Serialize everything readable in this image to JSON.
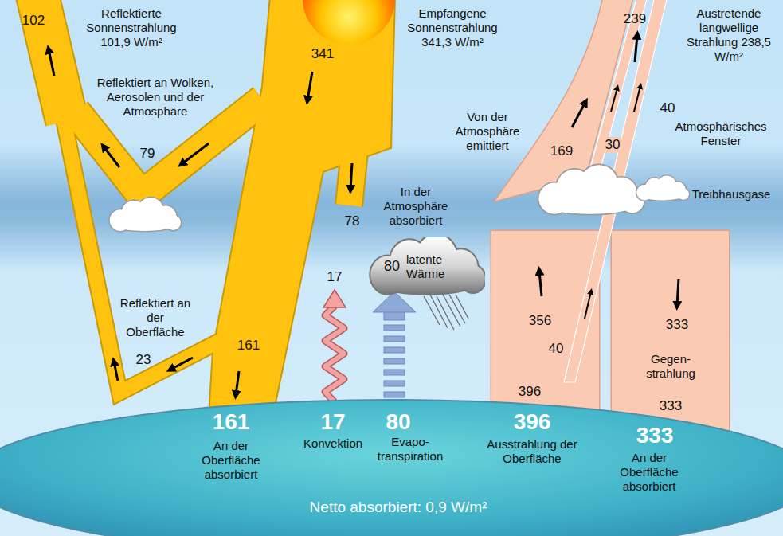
{
  "diagram": {
    "nodes": [
      {
        "text": [
          "80",
          "latente Wärme"
        ]
      }
    ],
    "labels": [
      "102",
      "Reflektierte Sonnenstrahlung 101,9 W/m²",
      "341",
      "Empfangene Sonnenstrahlung 341,3 W/m²",
      "239",
      "Austretende langwellige Strahlung 238,5 W/m²",
      "Reflektiert an Wolken, Aerosolen und der Atmosphäre",
      "79",
      "40",
      "Von der Atmosphäre emittiert",
      "169",
      "30",
      "Atmosphärisches Fenster",
      "Treibhausgase",
      "78",
      "In der Atmosphäre absorbiert",
      "17",
      "356",
      "333",
      "Reflektiert an der Oberfläche",
      "161",
      "23",
      "40",
      "Gegen- strahlung",
      "396",
      "333",
      "161",
      "An der Oberfläche absorbiert",
      "17",
      "Konvektion",
      "80",
      "Evapo- transpiration",
      "396",
      "Ausstrahlung der Oberfläche",
      "333",
      "An der Oberfläche absorbiert",
      "Netto absorbiert: 0,9 W/m²"
    ]
  }
}
